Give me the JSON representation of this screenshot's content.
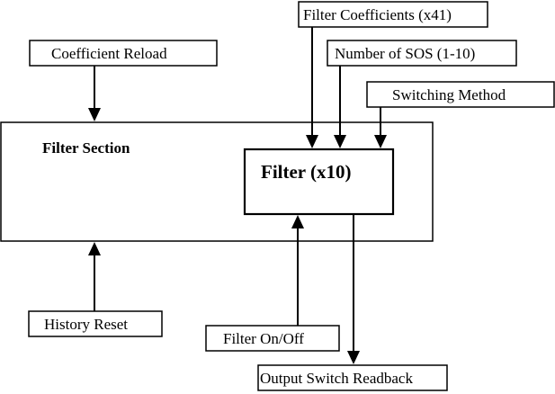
{
  "diagram": {
    "filter_section": {
      "label": "Filter Section"
    },
    "filter": {
      "label": "Filter (x10)"
    },
    "inputs": {
      "filter_coefficients": "Filter Coefficients (x41)",
      "number_of_sos": "Number of SOS (1-10)",
      "switching_method": "Switching Method",
      "coefficient_reload": "Coefficient Reload",
      "history_reset": "History Reset",
      "filter_on_off": "Filter On/Off"
    },
    "outputs": {
      "output_switch_readback": "Output Switch Readback"
    }
  }
}
